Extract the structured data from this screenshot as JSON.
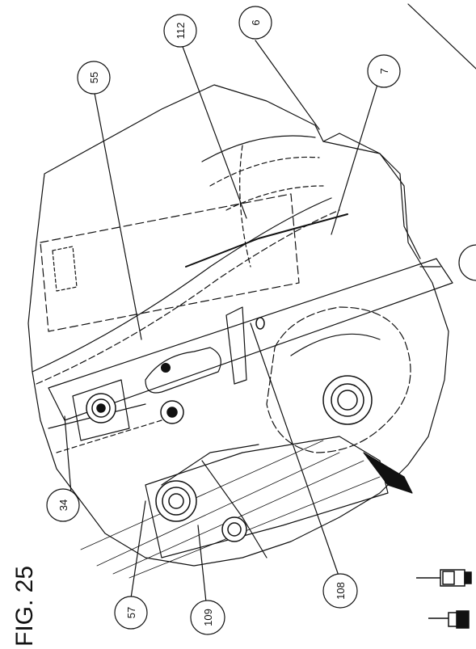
{
  "figure": {
    "title": "FIG. 25",
    "callouts": [
      "6",
      "7",
      "112",
      "55",
      "34",
      "57",
      "109",
      "108"
    ]
  },
  "colors": {
    "ink": "#111111",
    "background": "#ffffff"
  }
}
